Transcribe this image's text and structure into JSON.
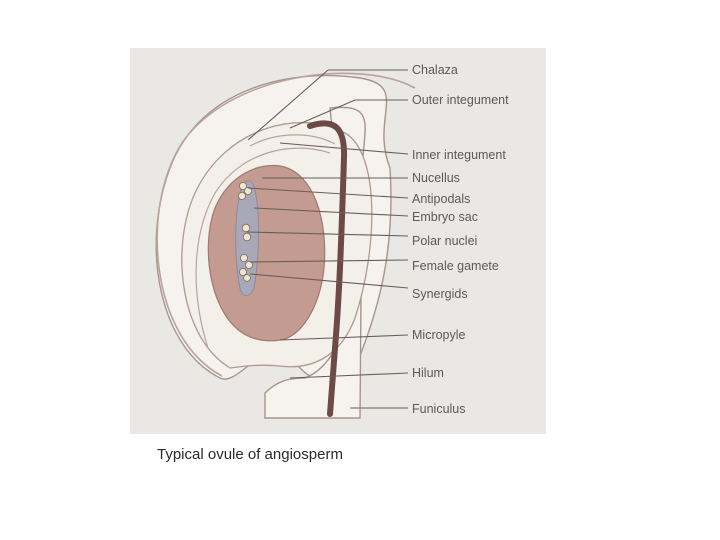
{
  "diagram": {
    "labels": {
      "chalaza": "Chalaza",
      "outer_integument": "Outer integument",
      "inner_integument": "Inner integument",
      "nucellus": "Nucellus",
      "antipodals": "Antipodals",
      "embryo_sac": "Embryo sac",
      "polar_nuclei": "Polar nuclei",
      "female_gamete": "Female gamete",
      "synergids": "Synergids",
      "micropyle": "Micropyle",
      "hilum": "Hilum",
      "funiculus": "Funiculus"
    },
    "caption": "Typical ovule of angiosperm",
    "colors": {
      "panel_bg": "#e9e8e5",
      "integument_fill": "#f6f3ee",
      "integument_stroke": "#a8948c",
      "nucellus_fill": "#c39b91",
      "embryo_sac_fill": "#a9a8b8",
      "vascular_strand": "#6e4a46"
    }
  }
}
